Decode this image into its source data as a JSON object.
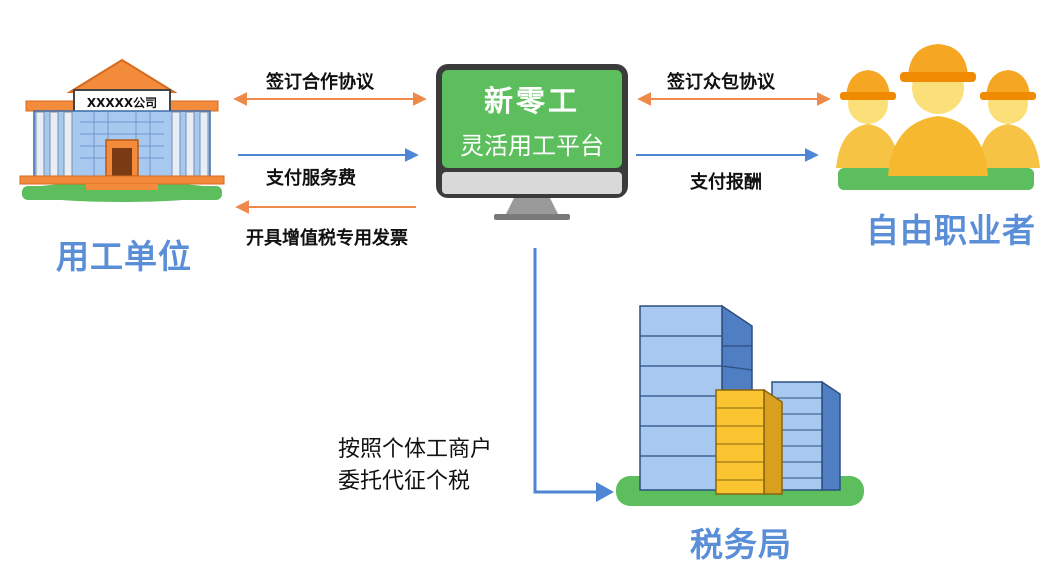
{
  "employer": {
    "sign": "XXXXX公司",
    "label": "用工单位"
  },
  "platform": {
    "line1": "新零工",
    "line2": "灵活用工平台"
  },
  "freelancer": {
    "label": "自由职业者"
  },
  "tax_bureau": {
    "label": "税务局"
  },
  "arrows": {
    "employer_contract": "签订合作协议",
    "service_fee": "支付服务费",
    "invoice": "开具增值税专用发票",
    "crowd_contract": "签订众包协议",
    "pay_reward": "支付报酬"
  },
  "tax_note": {
    "line1": "按照个体工商户",
    "line2": "委托代征个税"
  },
  "colors": {
    "orange_arrow": "#f08a4b",
    "blue_arrow": "#4f86d4",
    "green": "#5cbe5c",
    "label_blue": "#5a8fd8"
  }
}
